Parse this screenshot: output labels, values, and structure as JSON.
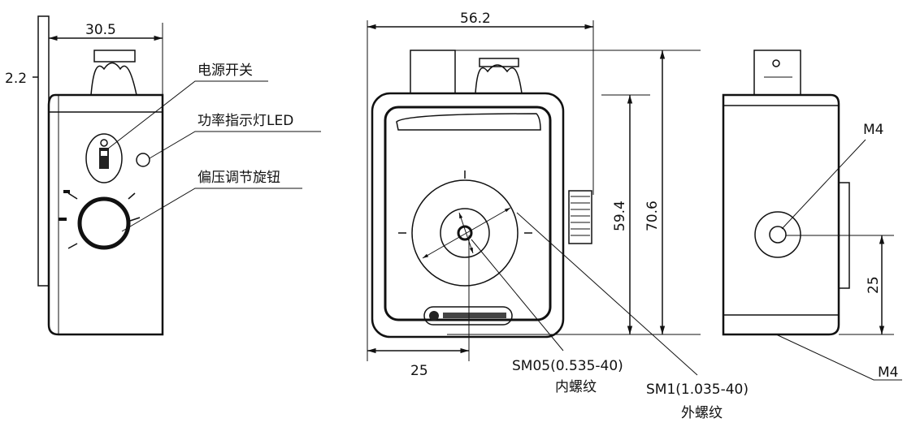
{
  "left_view": {
    "dim_width": "30.5",
    "dim_offset": "2.2",
    "label_power_switch": "电源开关",
    "label_power_led": "功率指示灯LED",
    "label_bias_knob": "偏压调节旋钮"
  },
  "front_view": {
    "dim_width": "56.2",
    "dim_height_inner": "59.4",
    "dim_height_total": "70.6",
    "dim_center_offset": "25",
    "label_sm05": "SM05(0.535-40)",
    "label_sm05_type": "内螺纹",
    "label_sm1": "SM1(1.035-40)",
    "label_sm1_type": "外螺纹"
  },
  "side_view": {
    "label_m4_side": "M4",
    "dim_center_height": "25",
    "label_m4_bottom": "M4"
  }
}
